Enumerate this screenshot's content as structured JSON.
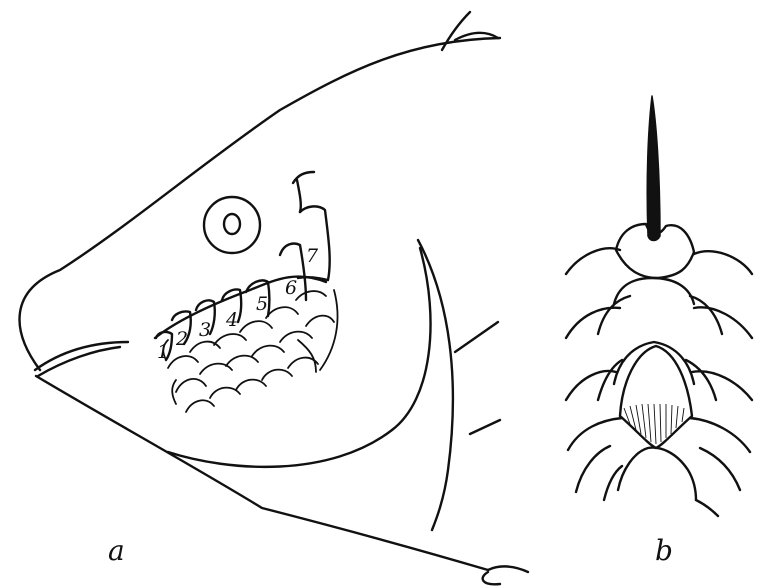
{
  "figure": {
    "panel_a_label": "a",
    "panel_b_label": "b",
    "scale_numbers": [
      "1",
      "2",
      "3",
      "4",
      "5",
      "6",
      "7"
    ]
  },
  "colors": {
    "ink": "#111111",
    "paper": "#ffffff"
  }
}
